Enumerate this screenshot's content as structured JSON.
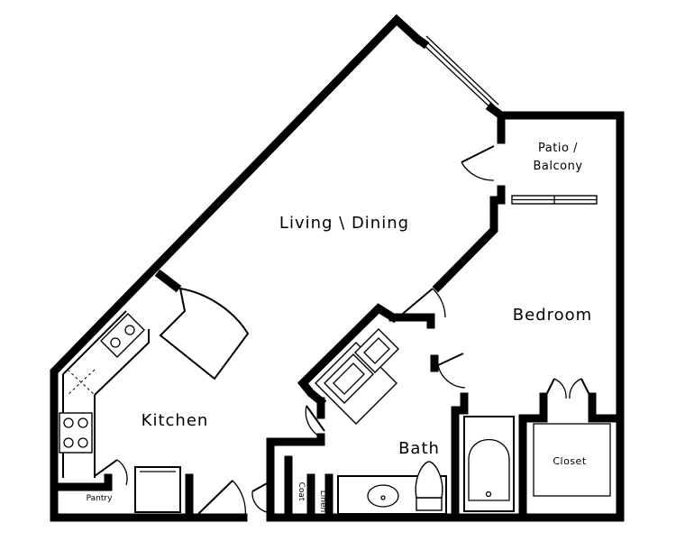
{
  "rooms": {
    "living_dining": "Living \\ Dining",
    "patio_balcony_line1": "Patio /",
    "patio_balcony_line2": "Balcony",
    "bedroom": "Bedroom",
    "kitchen": "Kitchen",
    "bath": "Bath",
    "closet": "Closet",
    "pantry": "Pantry",
    "coat": "Coat",
    "linen": "Linen"
  }
}
